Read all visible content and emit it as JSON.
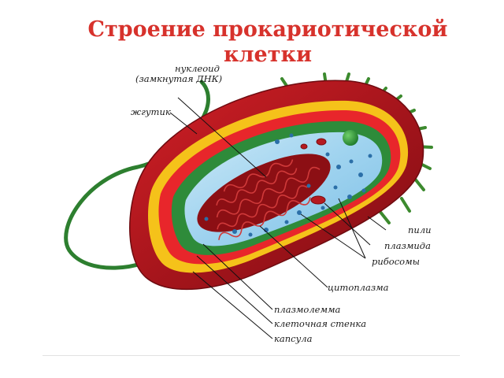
{
  "title": "Строение прокариотической клетки",
  "labels": {
    "nucleoid": "нуклеоид",
    "nucleoid_note": "(замкнутая ДНК)",
    "flagellum": "жгутик",
    "pili": "пили",
    "plasmid": "плазмида",
    "ribosomes": "рибосомы",
    "cytoplasm": "цитоплазма",
    "plasmalemma": "плазмолемма",
    "cell_wall": "клеточная стенка",
    "capsule": "капсула"
  },
  "colors": {
    "title": "#d7322c",
    "capsule": "#b0141c",
    "cell_wall": "#e8262b",
    "yellow_layer": "#f5c21a",
    "green_layer": "#2e8b3a",
    "cytoplasm": "#9ed2ee",
    "nucleoid": "#8c0f14",
    "pili": "#3c8a2e"
  }
}
